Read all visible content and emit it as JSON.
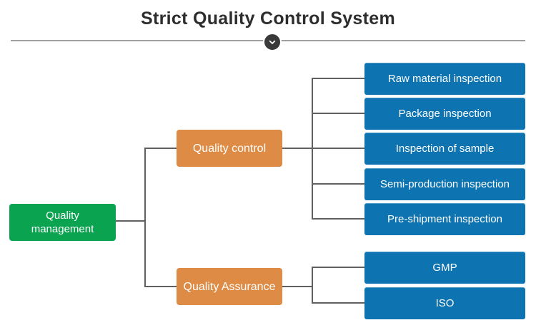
{
  "header": {
    "title": "Strict Quality Control System",
    "chevron_icon": "chevron-down"
  },
  "colors": {
    "root_green": "#0aa350",
    "branch_orange": "#dd8b45",
    "leaf_blue": "#0d73b1",
    "connector_gray": "#606060",
    "divider_gray": "#a0a0a0",
    "title_text": "#2d2d2d",
    "chevron_circle_bg": "#3a3a3a"
  },
  "diagram": {
    "root": {
      "label": "Quality\nmanagement"
    },
    "branches": [
      {
        "label": "Quality control",
        "children": [
          "Raw material inspection",
          "Package inspection",
          "Inspection of sample",
          "Semi-production inspection",
          "Pre-shipment inspection"
        ]
      },
      {
        "label": "Quality Assurance",
        "children": [
          "GMP",
          "ISO"
        ]
      }
    ]
  }
}
